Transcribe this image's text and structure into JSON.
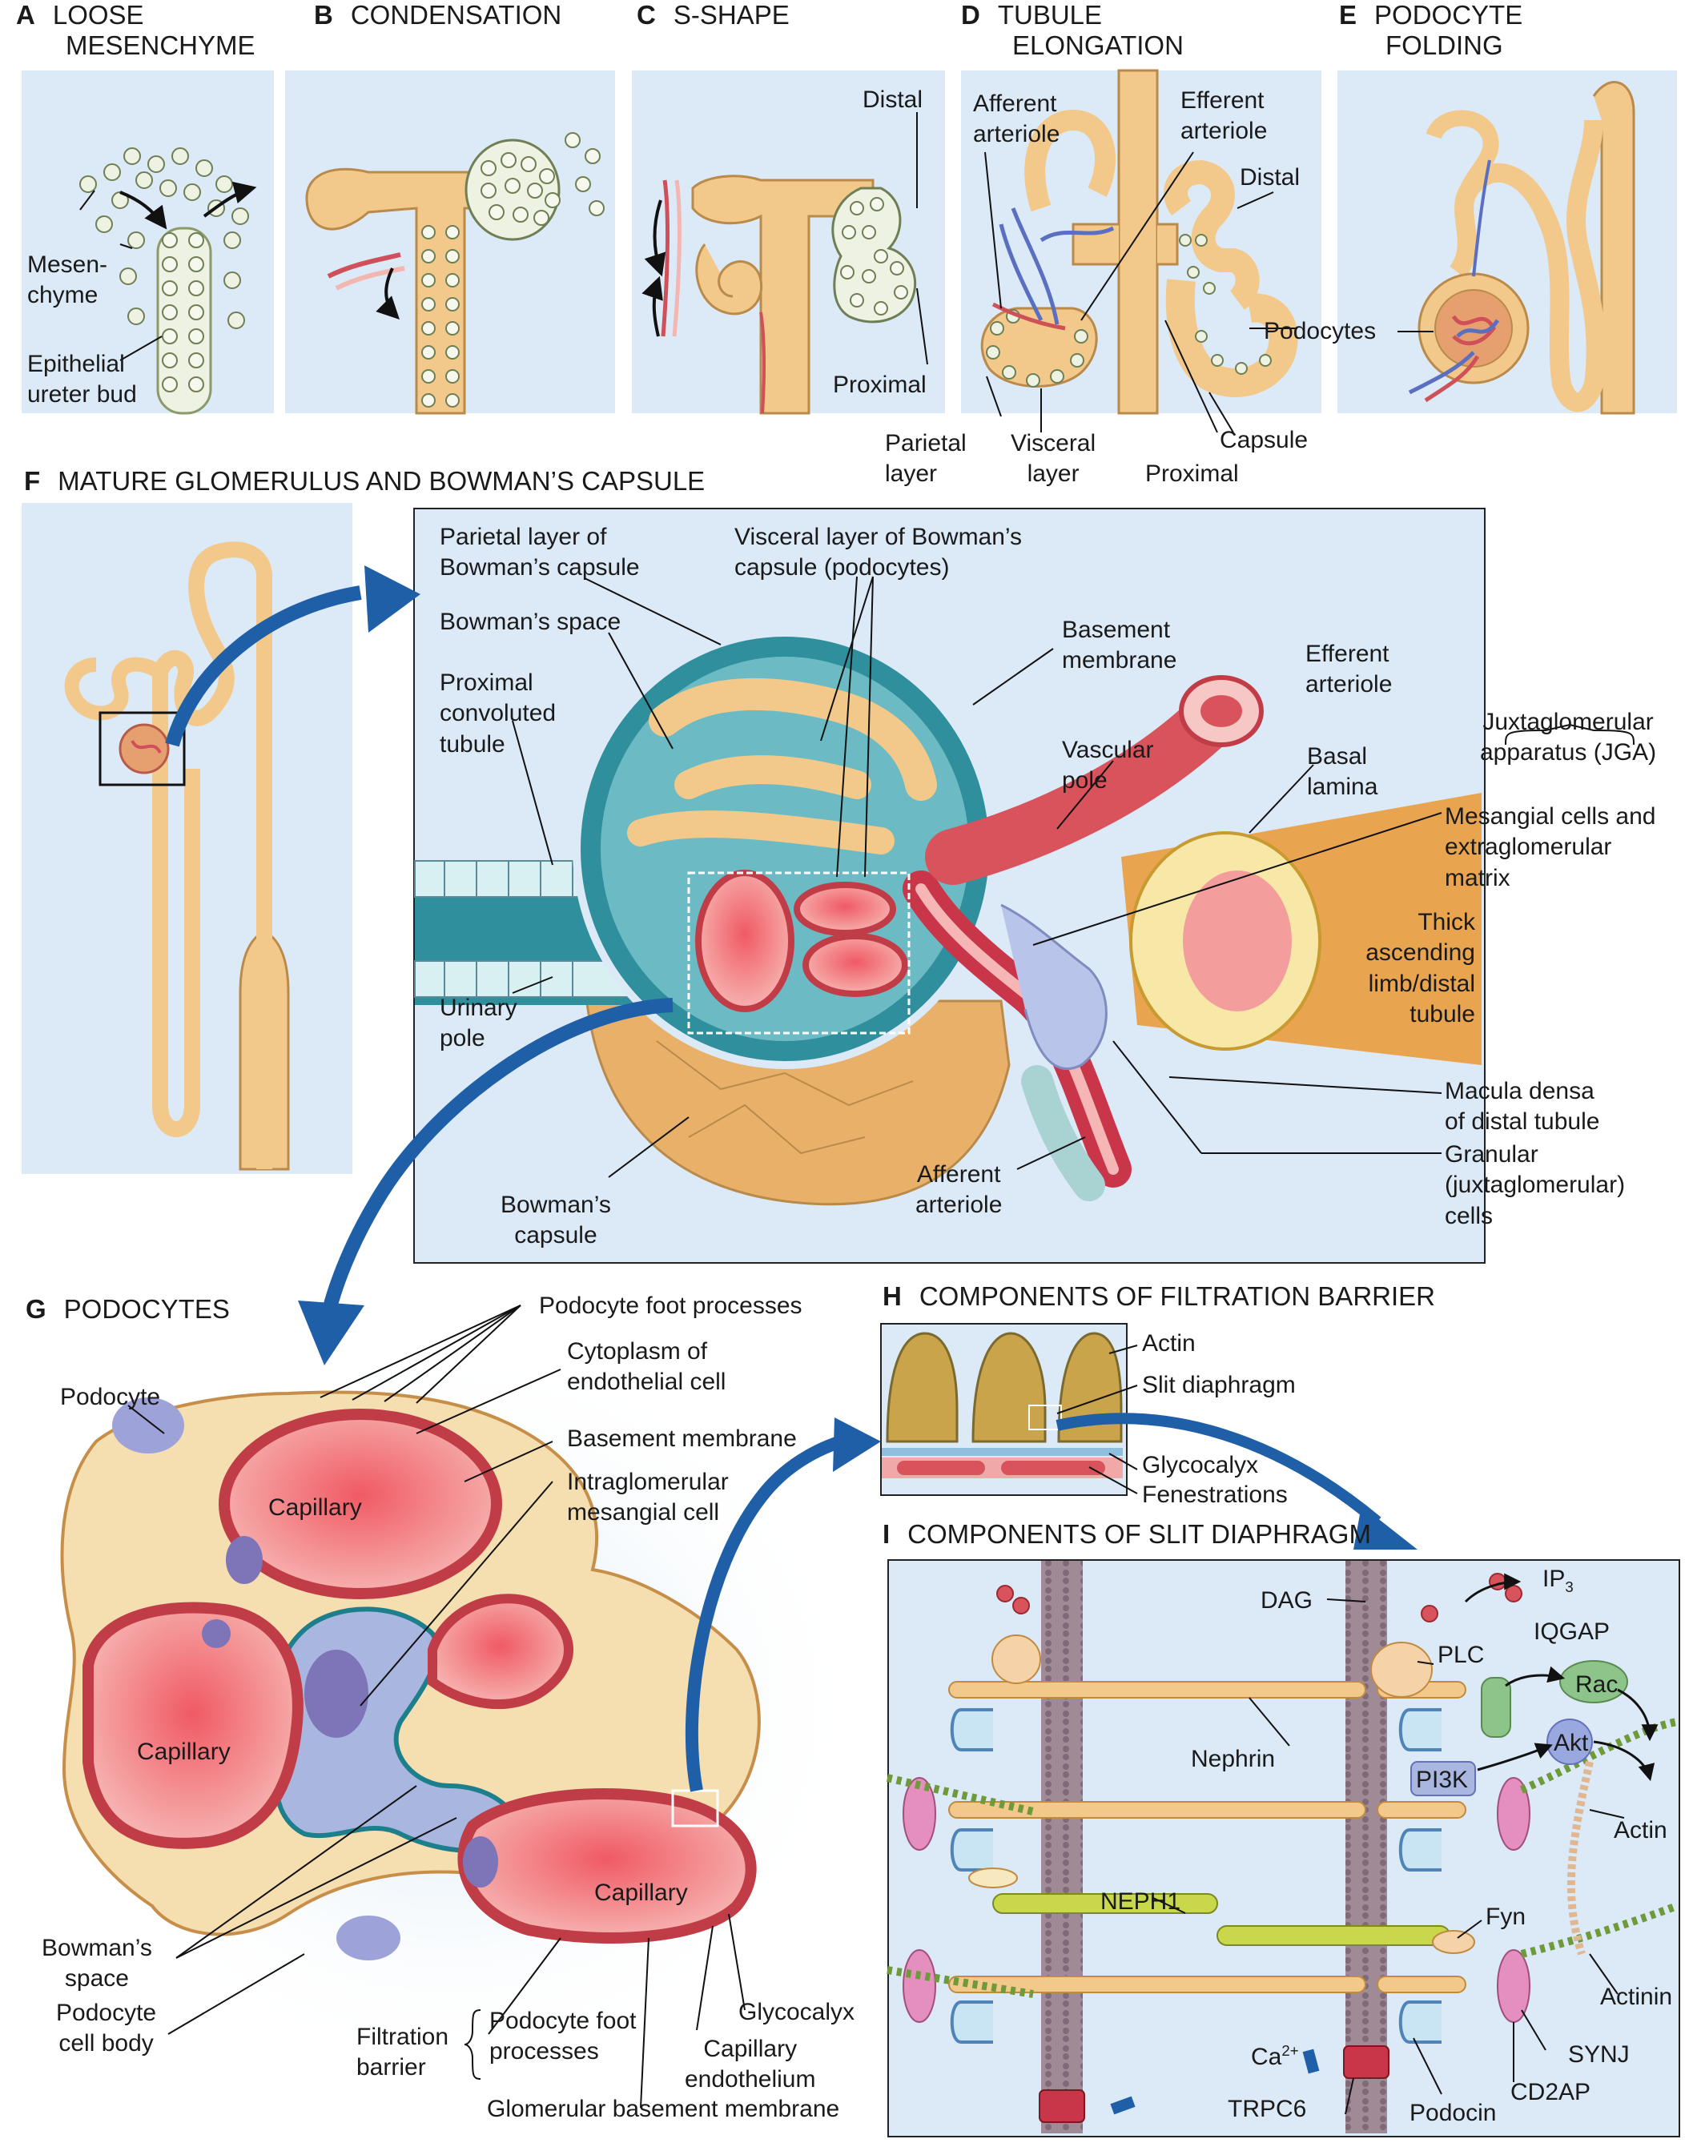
{
  "panel_a": {
    "letter": "A",
    "title_line1": "LOOSE",
    "title_line2": "MESENCHYME",
    "mesenchyme_l1": "Mesen-",
    "mesenchyme_l2": "chyme",
    "bud_l1": "Epithelial",
    "bud_l2": "ureter bud"
  },
  "panel_b": {
    "letter": "B",
    "title": "CONDENSATION"
  },
  "panel_c": {
    "letter": "C",
    "title": "S-SHAPE",
    "distal": "Distal",
    "proximal": "Proximal"
  },
  "panel_d": {
    "letter": "D",
    "title_line1": "TUBULE",
    "title_line2": "ELONGATION",
    "afferent_l1": "Afferent",
    "afferent_l2": "arteriole",
    "efferent_l1": "Efferent",
    "efferent_l2": "arteriole",
    "distal": "Distal",
    "podocytes": "Podocytes",
    "parietal_l1": "Parietal",
    "parietal_l2": "layer",
    "visceral_l1": "Visceral",
    "visceral_l2": "layer",
    "capsule": "Capsule",
    "proximal": "Proximal"
  },
  "panel_e": {
    "letter": "E",
    "title_line1": "PODOCYTE",
    "title_line2": "FOLDING"
  },
  "panel_f": {
    "letter": "F",
    "title": "MATURE GLOMERULUS AND BOWMAN’S CAPSULE",
    "parietal_l1": "Parietal layer of",
    "parietal_l2": "Bowman’s capsule",
    "visceral_l1": "Visceral layer of Bowman’s",
    "visceral_l2": "capsule (podocytes)",
    "bowmans_space": "Bowman’s space",
    "basement_l1": "Basement",
    "basement_l2": "membrane",
    "efferent_l1": "Efferent",
    "efferent_l2": "arteriole",
    "pct_l1": "Proximal",
    "pct_l2": "convoluted",
    "pct_l3": "tubule",
    "vascular_l1": "Vascular",
    "vascular_l2": "pole",
    "basal_l1": "Basal",
    "basal_l2": "lamina",
    "jga_l1": "Juxtaglomerular",
    "jga_l2": "apparatus (JGA)",
    "mesangial_l1": "Mesangial cells and",
    "mesangial_l2": "extraglomerular",
    "mesangial_l3": "matrix",
    "thick_l1": "Thick",
    "thick_l2": "ascending",
    "thick_l3": "limb/distal",
    "thick_l4": "tubule",
    "urinary_l1": "Urinary",
    "urinary_l2": "pole",
    "macula_l1": "Macula densa",
    "macula_l2": "of distal tubule",
    "granular_l1": "Granular",
    "granular_l2": "(juxtaglomerular)",
    "granular_l3": "cells",
    "afferent_l1": "Afferent",
    "afferent_l2": "arteriole",
    "capsule_l1": "Bowman’s",
    "capsule_l2": "capsule"
  },
  "panel_g": {
    "letter": "G",
    "title": "PODOCYTES",
    "foot_processes": "Podocyte foot processes",
    "cyto_l1": "Cytoplasm of",
    "cyto_l2": "endothelial cell",
    "basement": "Basement membrane",
    "intra_l1": "Intraglomerular",
    "intra_l2": "mesangial cell",
    "podocyte": "Podocyte",
    "capillary_1": "Capillary",
    "capillary_2": "Capillary",
    "capillary_3": "Capillary",
    "space_l1": "Bowman’s",
    "space_l2": "space",
    "cellbody_l1": "Podocyte",
    "cellbody_l2": "cell body",
    "filtration_l1": "Filtration",
    "filtration_l2": "barrier",
    "foot2_l1": "Podocyte foot",
    "foot2_l2": "processes",
    "endo_l1": "Capillary",
    "endo_l2": "endothelium",
    "glycocalyx": "Glycocalyx",
    "gbm": "Glomerular basement membrane"
  },
  "panel_h": {
    "letter": "H",
    "title": "COMPONENTS OF FILTRATION BARRIER",
    "actin": "Actin",
    "slit": "Slit diaphragm",
    "glycocalyx": "Glycocalyx",
    "fenestrations": "Fenestrations"
  },
  "panel_i": {
    "letter": "I",
    "title": "COMPONENTS OF SLIT DIAPHRAGM",
    "dag": "DAG",
    "ip3_base": "IP",
    "ip3_sub": "3",
    "plc": "PLC",
    "iqgap": "IQGAP",
    "rac": "Rac",
    "akt": "Akt",
    "nephrin": "Nephrin",
    "pi3k": "PI3K",
    "actin": "Actin",
    "fyn": "Fyn",
    "neph1": "NEPH1",
    "actinin": "Actinin",
    "ca_base": "Ca",
    "ca_sup": "2+",
    "synj": "SYNJ",
    "trpc6": "TRPC6",
    "podocin": "Podocin",
    "cd2ap": "CD2AP"
  },
  "colors": {
    "panel_bg": "#dce9f7",
    "tubule": "#f2c98a",
    "tubule_edge": "#b98a4a",
    "artery": "#e0505a",
    "vein": "#5a6fc0",
    "podocyte": "#f0c07a",
    "capillary": "#ef6f70",
    "mesangium": "#a9b7e0",
    "bowman_space": "#2f8f9c",
    "arrow": "#1f5fa8",
    "outer_bg": "#d8e6f2"
  }
}
